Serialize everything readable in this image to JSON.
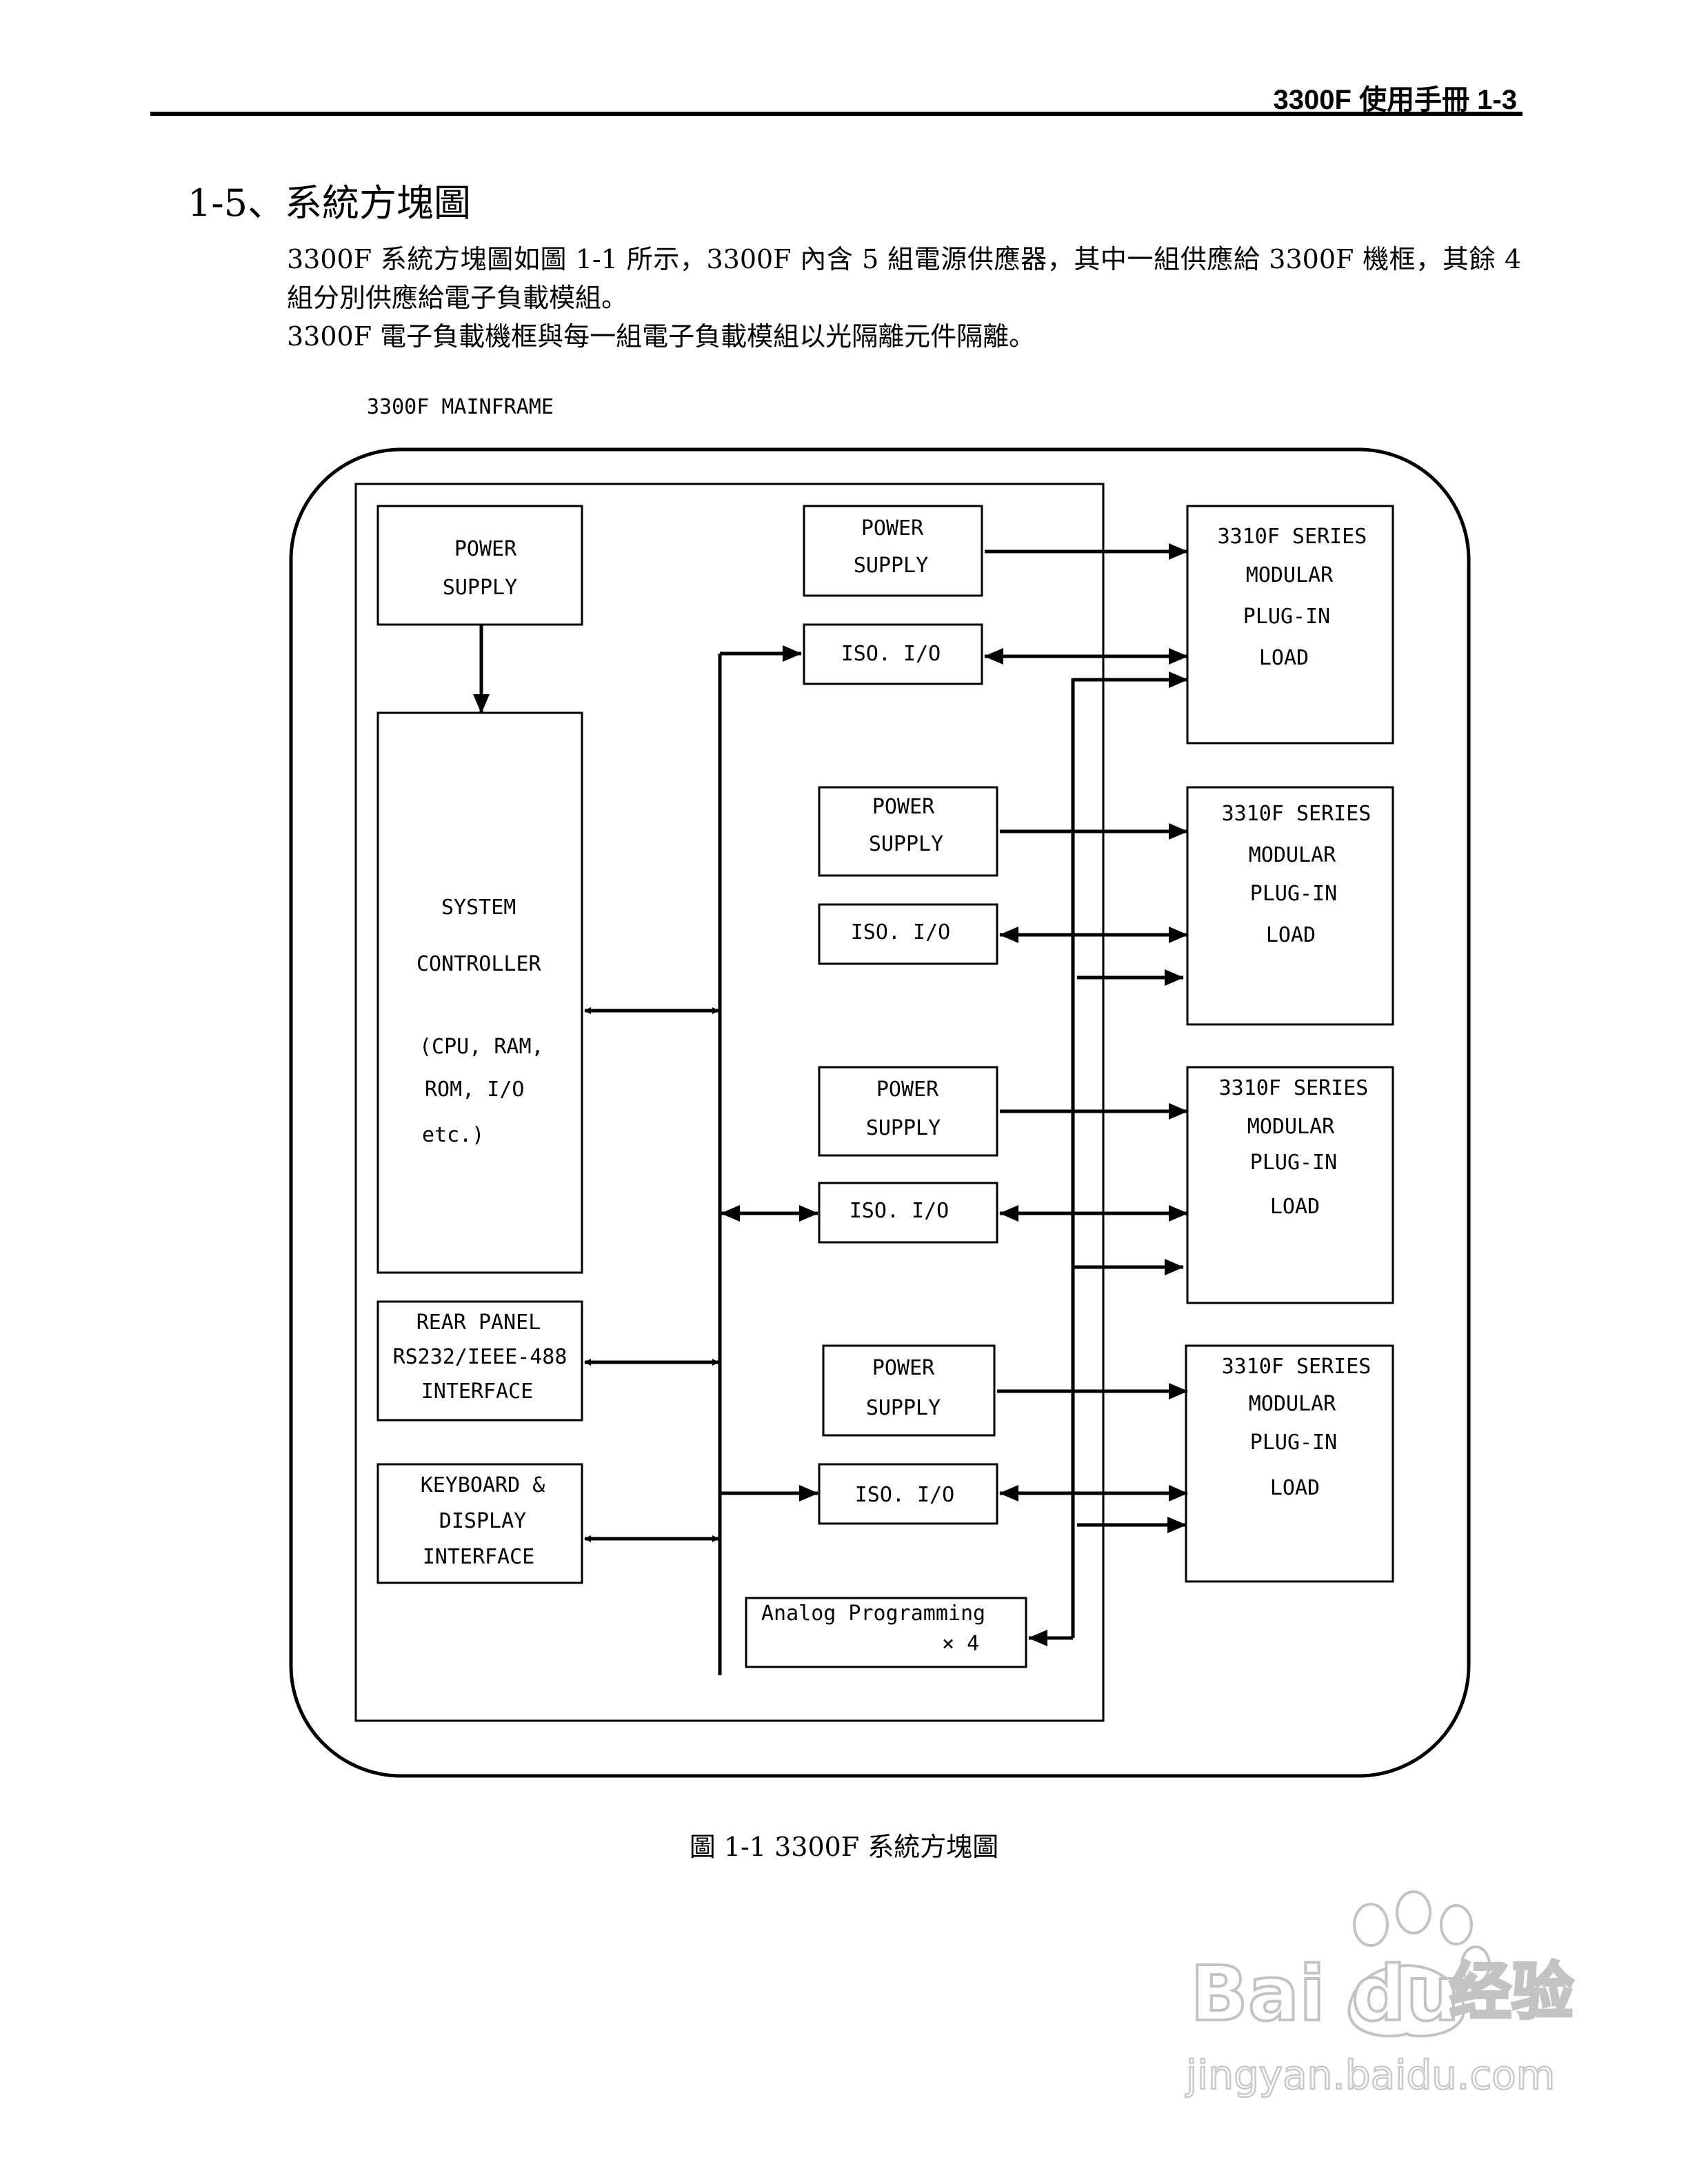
{
  "header": {
    "text": "3300F 使用手冊 1-3"
  },
  "section": {
    "title": "1-5、系統方塊圖"
  },
  "body": {
    "p1": "3300F 系統方塊圖如圖 1-1 所示，3300F 內含 5 組電源供應器，其中一組供應給 3300F 機框，其餘 4 組分別供應給電子負載模組。",
    "p2": "3300F 電子負載機框與每一組電子負載模組以光隔離元件隔離。"
  },
  "diagram": {
    "mainframe_label": "3300F MAINFRAME",
    "main_power_supply": [
      "POWER",
      "SUPPLY"
    ],
    "system_controller": [
      "SYSTEM",
      "CONTROLLER",
      "(CPU, RAM,",
      "ROM, I/O",
      "etc.)"
    ],
    "rear_panel": [
      "REAR PANEL",
      "RS232/IEEE-488",
      "INTERFACE"
    ],
    "keyboard": [
      "KEYBOARD &",
      "DISPLAY",
      "INTERFACE"
    ],
    "module_power_supply": [
      "POWER",
      "SUPPLY"
    ],
    "iso_io": "ISO. I/O",
    "analog_programming": [
      "Analog Programming",
      "× 4"
    ],
    "load_modules": [
      [
        "3310F SERIES",
        "MODULAR",
        "PLUG-IN",
        "LOAD"
      ],
      [
        "3310F SERIES",
        "MODULAR",
        "PLUG-IN",
        "LOAD"
      ],
      [
        "3310F SERIES",
        "MODULAR",
        "PLUG-IN",
        "LOAD"
      ],
      [
        "3310F SERIES",
        "MODULAR",
        "PLUG-IN",
        "LOAD"
      ]
    ]
  },
  "caption": "圖 1-1 3300F 系統方塊圖",
  "watermark": {
    "brand": "Bai du",
    "brand_cn": "经验",
    "url": "jingyan.baidu.com"
  }
}
